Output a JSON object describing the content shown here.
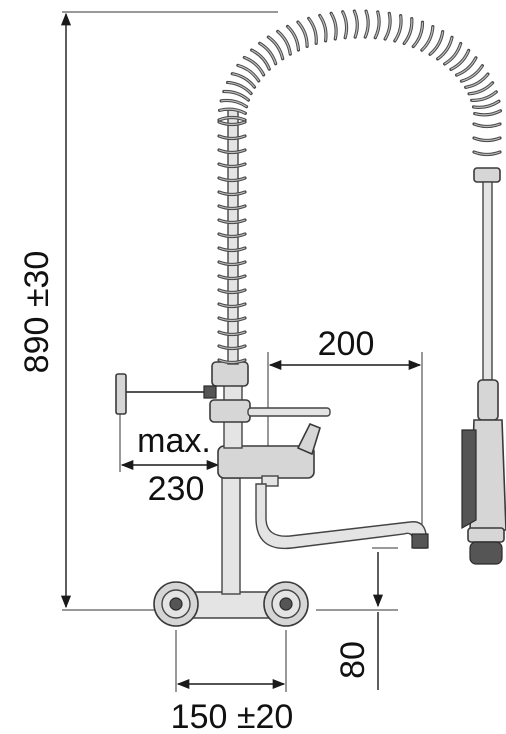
{
  "dimensions": {
    "height": "890 ±30",
    "reach": "200",
    "side_max_label": "max.",
    "side_max_value": "230",
    "centers": "150 ±20",
    "wall_offset": "80"
  },
  "colors": {
    "line": "#1a1a1a",
    "body": "#d6d6d6",
    "coil": "#4a4a4a"
  }
}
